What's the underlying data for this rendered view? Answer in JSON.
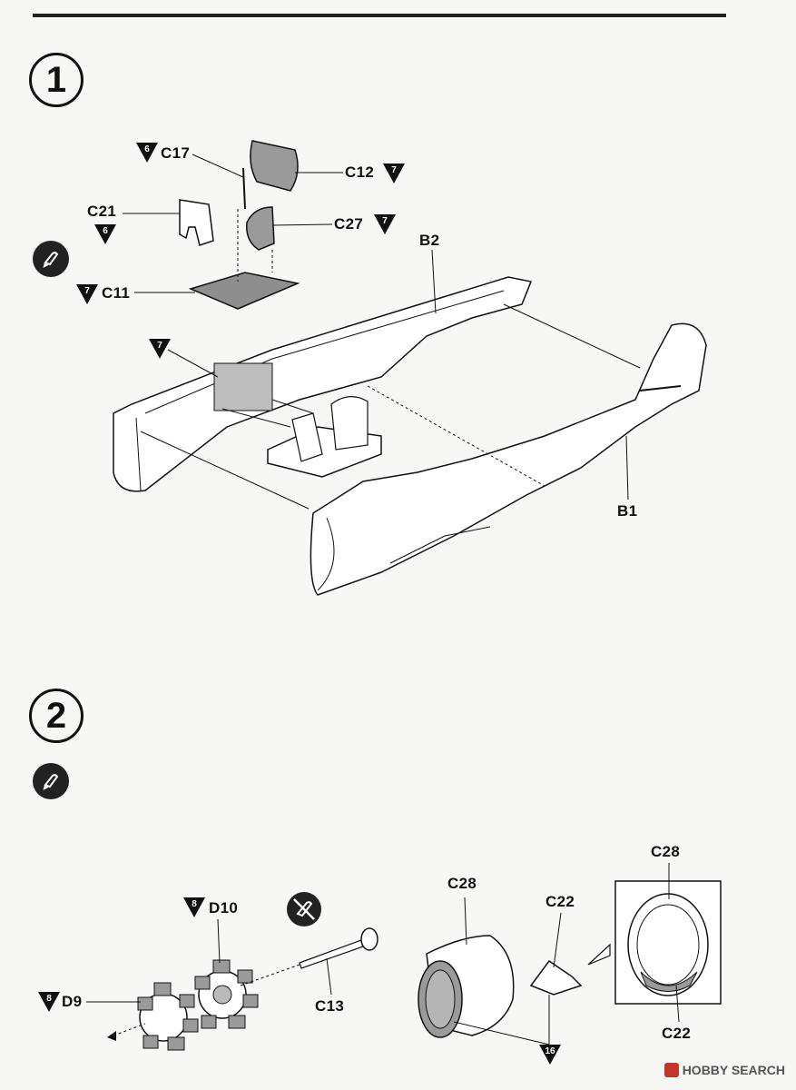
{
  "steps": [
    {
      "number": "1"
    },
    {
      "number": "2"
    }
  ],
  "step1": {
    "parts": {
      "c17": "C17",
      "c12": "C12",
      "c21": "C21",
      "c27": "C27",
      "c11": "C11",
      "b2": "B2",
      "b1": "B1"
    },
    "color_refs": {
      "c17": "6",
      "c12": "7",
      "c21": "6",
      "c27": "7",
      "c11": "7",
      "cockpit_wall": "7"
    }
  },
  "step2": {
    "parts": {
      "d10": "D10",
      "d9": "D9",
      "c13": "C13",
      "c28_a": "C28",
      "c22_a": "C22",
      "c28_b": "C28",
      "c22_b": "C22"
    },
    "color_refs": {
      "d10": "8",
      "d9": "8",
      "cowling": "16"
    }
  },
  "watermark": {
    "text": "HOBBY SEARCH"
  },
  "colors": {
    "ink": "#111111",
    "paper": "#f7f7f5",
    "shade": "#9a9a9a"
  }
}
